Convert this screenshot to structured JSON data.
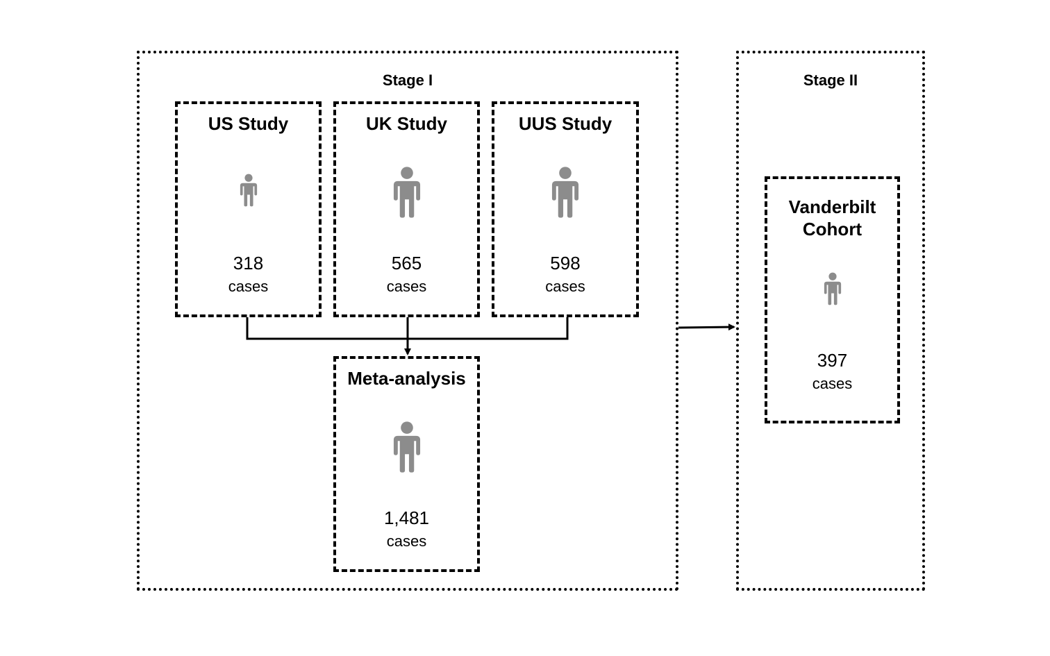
{
  "stage1": {
    "title": "Stage I",
    "studies": [
      {
        "name": "US Study",
        "count": "318",
        "unit": "cases",
        "icon": "person-icon"
      },
      {
        "name": "UK Study",
        "count": "565",
        "unit": "cases",
        "icon": "person-icon"
      },
      {
        "name": "UUS Study",
        "count": "598",
        "unit": "cases",
        "icon": "person-icon"
      }
    ],
    "meta": {
      "name": "Meta-analysis",
      "count": "1,481",
      "unit": "cases",
      "icon": "person-icon"
    }
  },
  "stage2": {
    "title": "Stage II",
    "cohort": {
      "name_line1": "Vanderbilt",
      "name_line2": "Cohort",
      "count": "397",
      "unit": "cases",
      "icon": "person-icon"
    }
  },
  "colors": {
    "icon": "#8c8c8c",
    "border": "#000000"
  }
}
